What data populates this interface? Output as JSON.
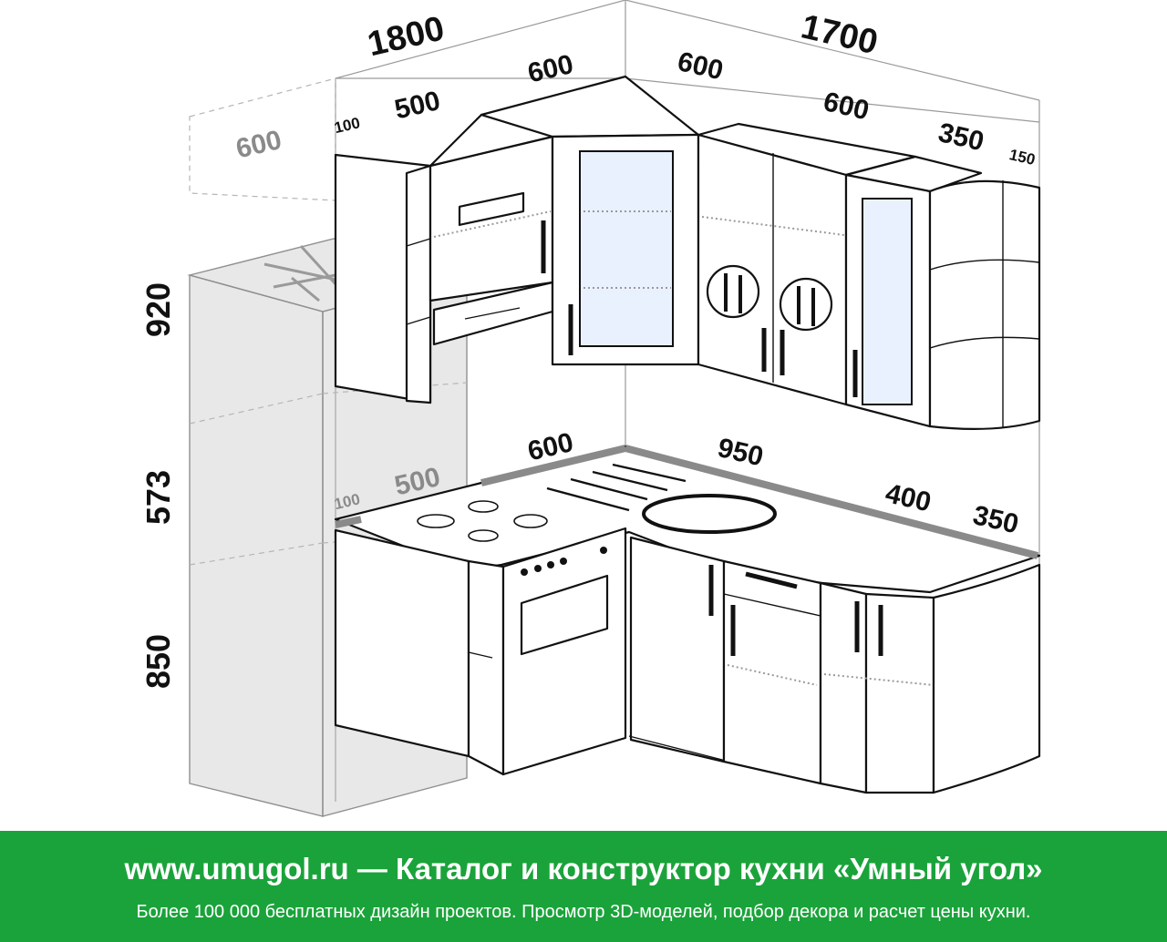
{
  "dimensions": {
    "overall_left": "1800",
    "overall_right": "1700",
    "upper_left_gap": "100",
    "upper_left_cab": "500",
    "upper_left_corner": "600",
    "upper_right_corner": "600",
    "upper_right_cab": "600",
    "upper_right_small": "350",
    "upper_right_end": "150",
    "fridge_depth": "600",
    "height_upper": "920",
    "height_middle": "573",
    "height_lower": "850",
    "lower_left_corner": "600",
    "lower_left_cab": "500",
    "lower_left_gap": "100",
    "lower_right_sink": "950",
    "lower_right_cab": "400",
    "lower_right_end": "350"
  },
  "banner": {
    "title": "www.umugol.ru — Каталог и конструктор кухни «Умный угол»",
    "subtitle": "Более 100 000 бесплатных дизайн проектов. Просмотр 3D-моделей, подбор декора и расчет цены кухни."
  },
  "colors": {
    "banner_bg": "#1aa33a",
    "line": "#111111",
    "grey_dim": "#8a8a8a"
  }
}
